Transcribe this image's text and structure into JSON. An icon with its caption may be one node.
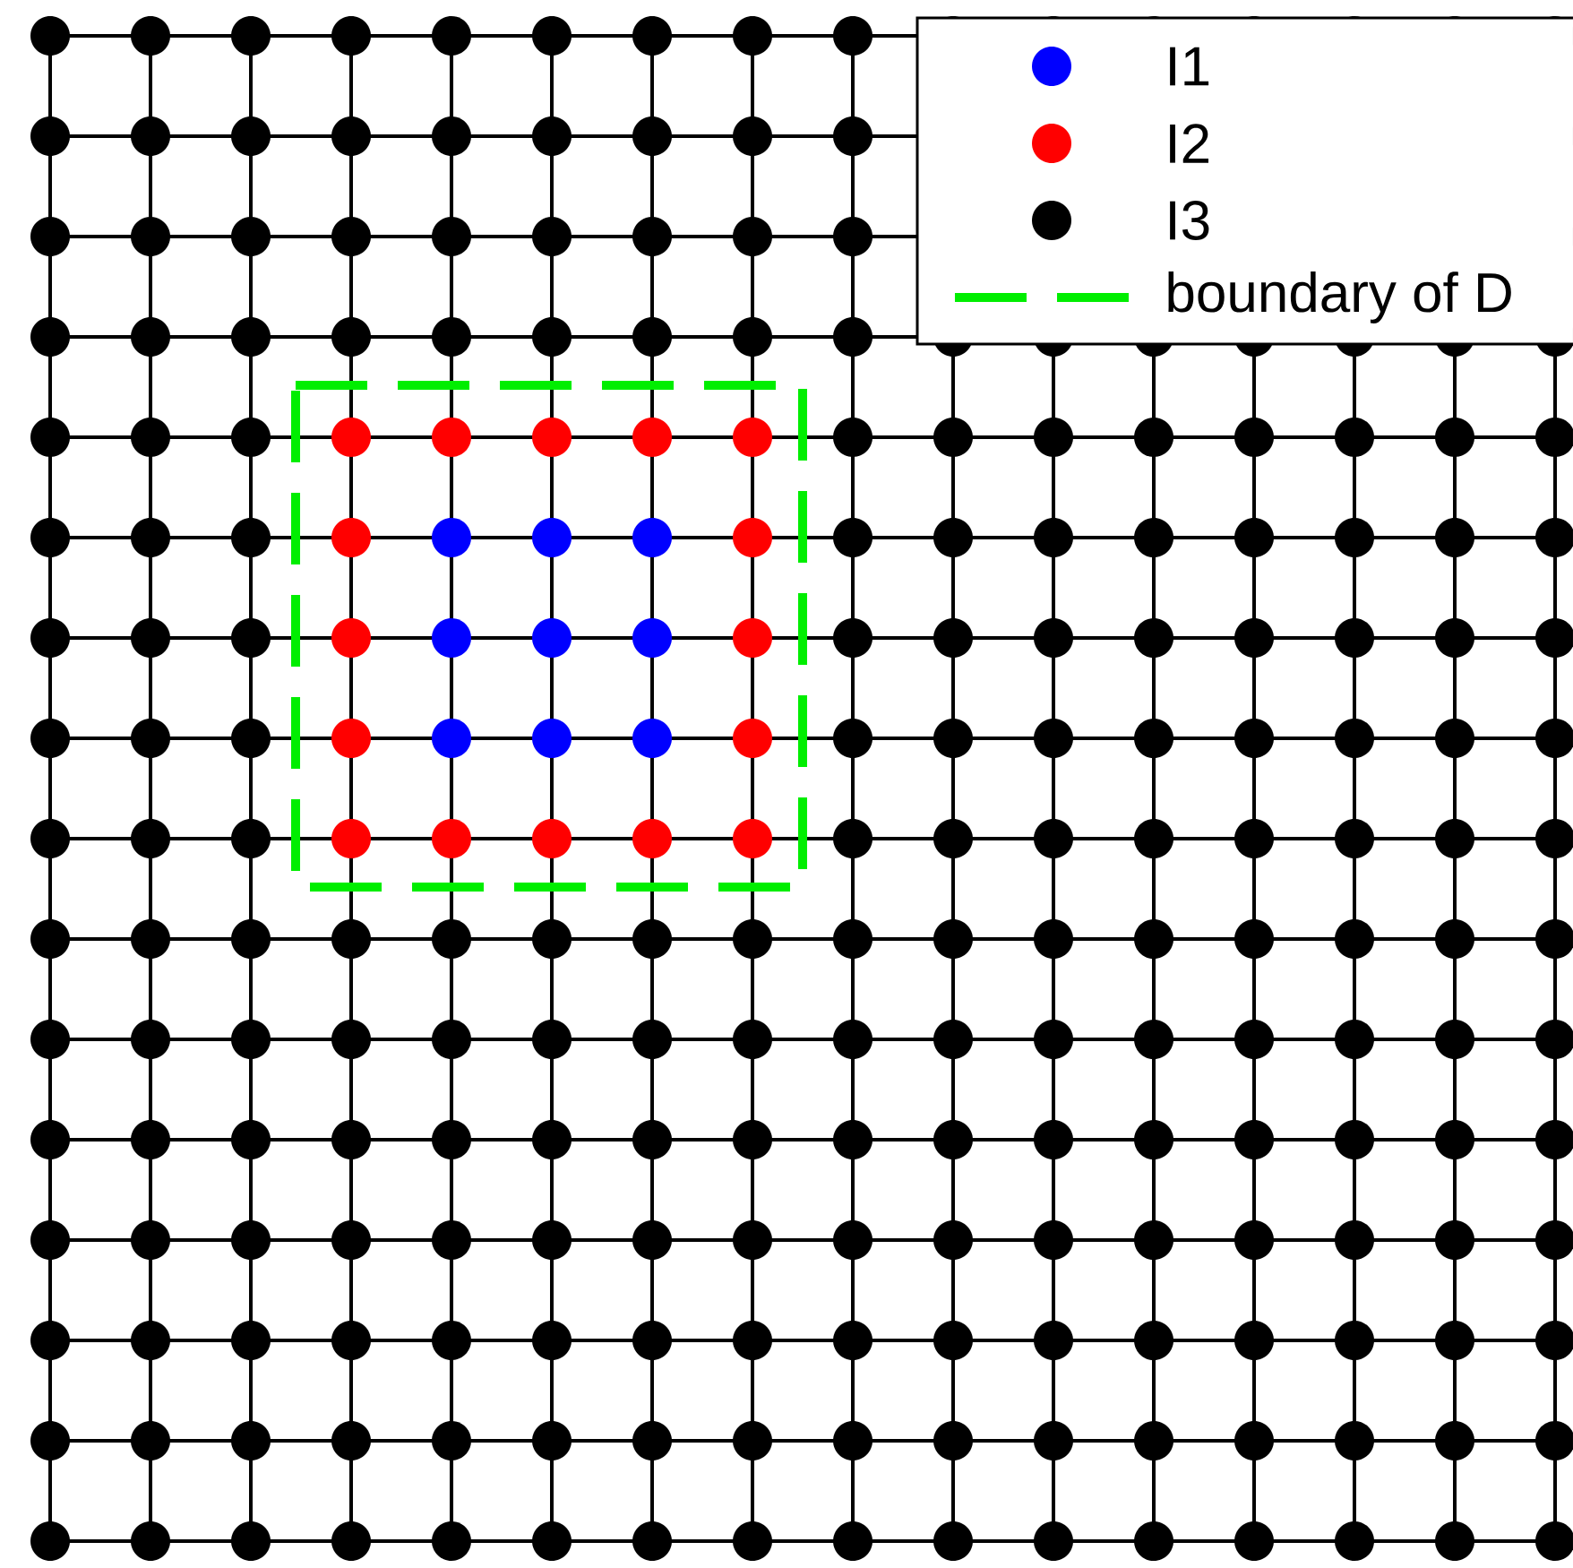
{
  "diagram": {
    "legend": [
      {
        "text": "I1",
        "color": "#0000ff"
      },
      {
        "text": "I2",
        "color": "#ff0000"
      },
      {
        "text": "I3",
        "color": "#000000"
      },
      {
        "text": "boundary of D"
      }
    ]
  }
}
